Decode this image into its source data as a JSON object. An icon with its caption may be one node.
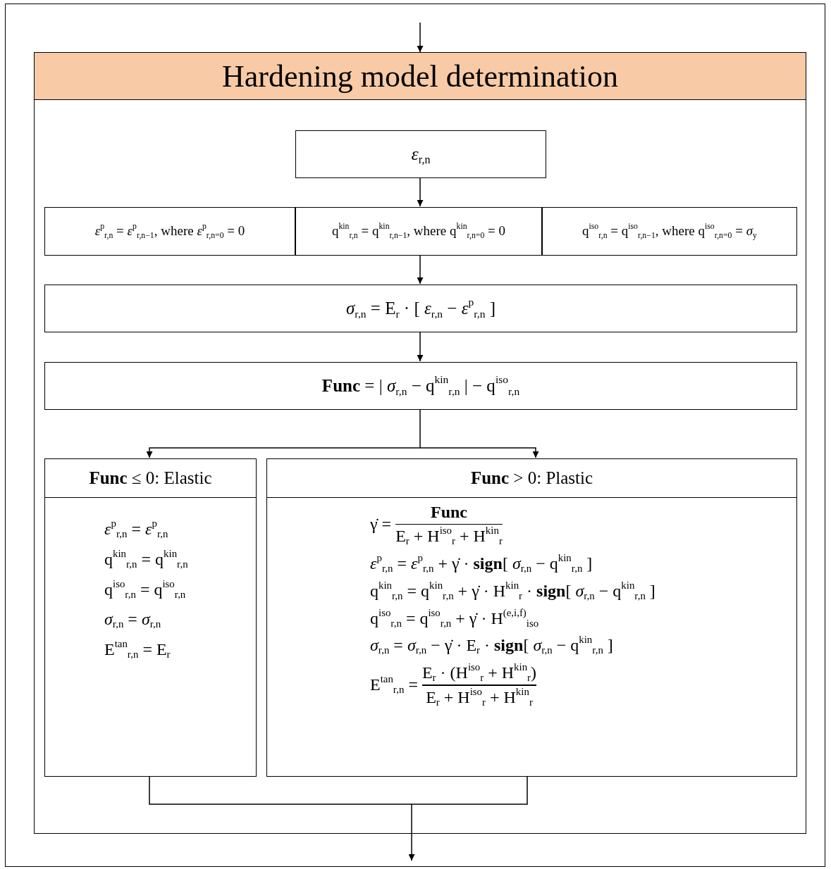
{
  "diagram": {
    "nodes": [
      {
        "text": [
          "Hardening model determination"
        ]
      },
      {
        "text": [
          "*ε*$_{r,n}$"
        ],
        "in": 0
      },
      {
        "text": [
          "*ε*$^{p}$$_{r,n}$ = *ε*$^{p}$$_{r,n−1}$, where *ε*$^{p}$$_{r,n=0}$ = 0"
        ],
        "in": 0
      },
      {
        "text": [
          "q$^{kin}$$_{r,n}$ = q$^{kin}$$_{r,n−1}$, where q$^{kin}$$_{r,n=0}$ = 0"
        ],
        "in": 0
      },
      {
        "text": [
          "q$^{iso}$$_{r,n}$ = q$^{iso}$$_{r,n−1}$, where q$^{iso}$$_{r,n=0}$ = *σ*$_{y}$"
        ],
        "in": 0
      },
      {
        "text": [
          "*σ*$_{r,n}$ = E$_{r}$ · [ *ε*$_{r,n}$ − *ε*$^{p}$$_{r,n}$ ]"
        ],
        "in": 0
      },
      {
        "text": [
          "**Func** = | *σ*$_{r,n}$ − q$^{kin}$$_{r,n}$ | − q$^{iso}$$_{r,n}$"
        ],
        "in": 0
      },
      {
        "text": [
          "**Func** ≤ 0: Elastic",
          "*ε*$^{p}$$_{r,n}$ = *ε*$^{p}$$_{r,n}$",
          "q$^{kin}$$_{r,n}$ = q$^{kin}$$_{r,n}$",
          "q$^{iso}$$_{r,n}$ = q$^{iso}$$_{r,n}$",
          "*σ*$_{r,n}$ = *σ*$_{r,n}$",
          "E$^{tan}$$_{r,n}$ = E$_{r}$"
        ],
        "in": 0
      },
      {
        "text": [
          "**Func** > 0: Plastic",
          "γ̇ =",
          "Func",
          "E$_{r}$ + H$^{iso}$$_{r}$ + H$^{kin}$$_{r}$",
          "*ε*$^{p}$$_{r,n}$ = *ε*$^{p}$$_{r,n}$ + γ̇ · **sign**[ *σ*$_{r,n}$ − q$^{kin}$$_{r,n}$ ]",
          "q$^{kin}$$_{r,n}$ = q$^{kin}$$_{r,n}$ + γ̇ · H$^{kin}$$_{r}$ · **sign**[ *σ*$_{r,n}$ − q$^{kin}$$_{r,n}$ ]",
          "q$^{iso}$$_{r,n}$ = q$^{iso}$$_{r,n}$ + γ̇ · H$^{(e,i,f)}$$_{iso}$",
          "*σ*$_{r,n}$ = *σ*$_{r,n}$ − γ̇ · E$_{r}$ · **sign**[ *σ*$_{r,n}$ − q$^{kin}$$_{r,n}$ ]",
          "E$^{tan}$$_{r,n}$ =",
          "E$_{r}$ · (H$^{iso}$$_{r}$ + H$^{kin}$$_{r}$)",
          "E$_{r}$ + H$^{iso}$$_{r}$ + H$^{kin}$$_{r}$"
        ],
        "in": 0
      }
    ],
    "edges": [
      {
        "from": null,
        "to": 0,
        "arrow": "to"
      },
      {
        "from": 1,
        "to": 3,
        "arrow": "to"
      },
      {
        "from": 3,
        "to": 5,
        "arrow": "to"
      },
      {
        "from": 5,
        "to": 6,
        "arrow": "to"
      },
      {
        "from": 6,
        "to": 7,
        "arrow": "to"
      },
      {
        "from": 6,
        "to": 8,
        "arrow": "to"
      },
      {
        "from": 7,
        "to": null,
        "arrow": "to"
      },
      {
        "from": 8,
        "to": null,
        "arrow": "to"
      }
    ]
  }
}
